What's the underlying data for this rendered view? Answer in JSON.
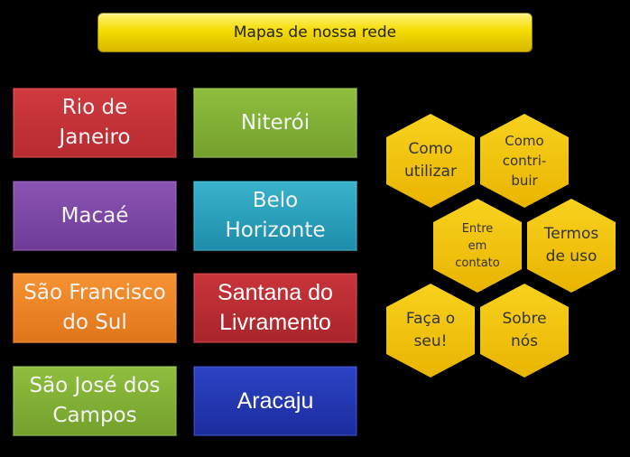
{
  "header": {
    "title": "Mapas de nossa rede"
  },
  "cities": [
    {
      "line1": "Rio de",
      "line2": "Janeiro",
      "color": "#c53337"
    },
    {
      "line1": "Niterói",
      "line2": "",
      "color": "#82b035"
    },
    {
      "line1": "Macaé",
      "line2": "",
      "color": "#7c47a5"
    },
    {
      "line1": "Belo",
      "line2": "Horizonte",
      "color": "#2aa0bb"
    },
    {
      "line1": "São Francisco",
      "line2": "do Sul",
      "color": "#eb8426"
    },
    {
      "line1": "Santana do",
      "line2": "Livramento",
      "color": "#b82c32"
    },
    {
      "line1": "São José dos",
      "line2": "Campos",
      "color": "#82b035"
    },
    {
      "line1": "Aracaju",
      "line2": "",
      "color": "#2438b1"
    }
  ],
  "links": [
    {
      "lines": [
        "Como",
        "utilizar"
      ]
    },
    {
      "lines": [
        "Como",
        "contri-",
        "buir"
      ]
    },
    {
      "lines": [
        "Entre",
        "em",
        "contato"
      ]
    },
    {
      "lines": [
        "Termos",
        "de uso"
      ]
    },
    {
      "lines": [
        "Faça o",
        "seu!"
      ]
    },
    {
      "lines": [
        "Sobre",
        "nós"
      ]
    }
  ],
  "link_color": "#f2c30f"
}
